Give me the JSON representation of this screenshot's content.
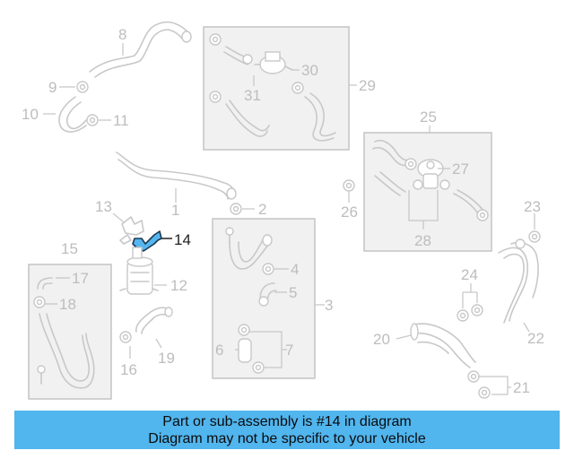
{
  "callouts": {
    "c1": "1",
    "c2": "2",
    "c3": "3",
    "c4": "4",
    "c5": "5",
    "c6": "6",
    "c7": "7",
    "c8": "8",
    "c9": "9",
    "c10": "10",
    "c11": "11",
    "c12": "12",
    "c13": "13",
    "c14": "14",
    "c15": "15",
    "c16": "16",
    "c17": "17",
    "c18": "18",
    "c19": "19",
    "c20": "20",
    "c21": "21",
    "c22": "22",
    "c23": "23",
    "c24": "24",
    "c25": "25",
    "c26": "26",
    "c27": "27",
    "c28": "28",
    "c29": "29",
    "c30": "30",
    "c31": "31"
  },
  "highlighted_part": "14",
  "colors": {
    "highlight": "#56b5ee",
    "banner": "#51b5ee",
    "line": "#c8c8c8",
    "box": "#f1f1f1"
  },
  "banner": {
    "line1": "Part or sub-assembly is #14 in diagram",
    "line2": "Diagram may not be specific to your vehicle"
  }
}
